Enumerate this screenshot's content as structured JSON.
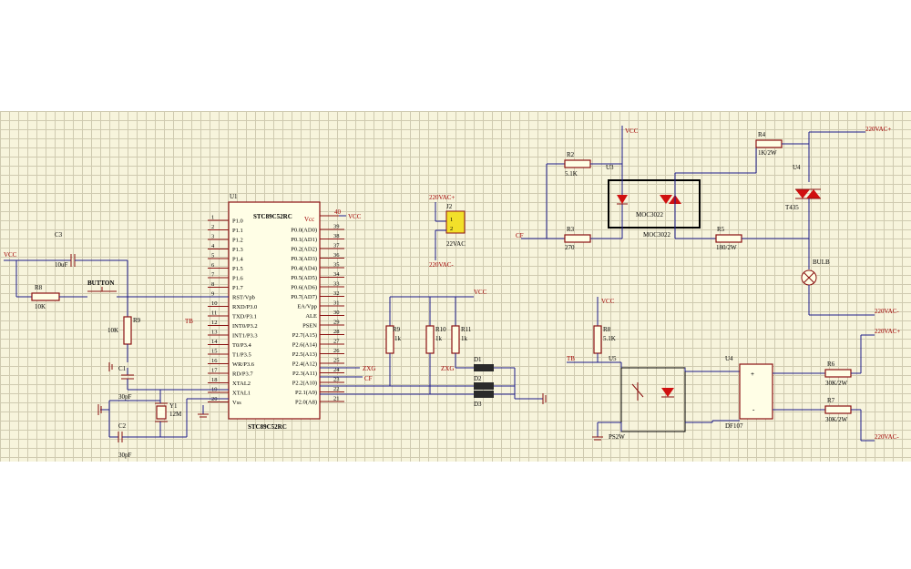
{
  "mcu": {
    "ref": "U1",
    "part": "STC89C52RC",
    "left_pins": [
      {
        "num": "1",
        "name": "P1.0"
      },
      {
        "num": "2",
        "name": "P1.1"
      },
      {
        "num": "3",
        "name": "P1.2"
      },
      {
        "num": "4",
        "name": "P1.3"
      },
      {
        "num": "5",
        "name": "P1.4"
      },
      {
        "num": "6",
        "name": "P1.5"
      },
      {
        "num": "7",
        "name": "P1.6"
      },
      {
        "num": "8",
        "name": "P1.7"
      },
      {
        "num": "9",
        "name": "RST/Vpb"
      },
      {
        "num": "10",
        "name": "RXD/P3.0"
      },
      {
        "num": "11",
        "name": "TXD/P3.1"
      },
      {
        "num": "12",
        "name": "INT0/P3.2"
      },
      {
        "num": "13",
        "name": "INT1/P3.3"
      },
      {
        "num": "14",
        "name": "T0/P3.4"
      },
      {
        "num": "15",
        "name": "T1/P3.5"
      },
      {
        "num": "16",
        "name": "WR/P3.6"
      },
      {
        "num": "17",
        "name": "RD/P3.7"
      },
      {
        "num": "18",
        "name": "XTAL2"
      },
      {
        "num": "19",
        "name": "XTAL1"
      },
      {
        "num": "20",
        "name": "Vss"
      }
    ],
    "right_pins": [
      {
        "num": "39",
        "name": "P0.0(AD0)"
      },
      {
        "num": "38",
        "name": "P0.1(AD1)"
      },
      {
        "num": "37",
        "name": "P0.2(AD2)"
      },
      {
        "num": "36",
        "name": "P0.3(AD3)"
      },
      {
        "num": "35",
        "name": "P0.4(AD4)"
      },
      {
        "num": "34",
        "name": "P0.5(AD5)"
      },
      {
        "num": "33",
        "name": "P0.6(AD6)"
      },
      {
        "num": "32",
        "name": "P0.7(AD7)"
      },
      {
        "num": "31",
        "name": "EA/Vpp"
      },
      {
        "num": "30",
        "name": "ALE"
      },
      {
        "num": "29",
        "name": "PSEN"
      },
      {
        "num": "28",
        "name": "P2.7(A15)"
      },
      {
        "num": "27",
        "name": "P2.6(A14)"
      },
      {
        "num": "26",
        "name": "P2.5(A13)"
      },
      {
        "num": "25",
        "name": "P2.4(A12)"
      },
      {
        "num": "24",
        "name": "P2.3(A11)"
      },
      {
        "num": "23",
        "name": "P2.2(A10)"
      },
      {
        "num": "22",
        "name": "P2.1(A9)"
      },
      {
        "num": "21",
        "name": "P2.0(A8)"
      }
    ],
    "vcc_pin_num": "40",
    "vcc_pin_name": "Vcc"
  },
  "labels": {
    "vcc": "VCC",
    "c3_ref": "C3",
    "c3_val": "10uF",
    "r8_ref": "R8",
    "r8_val": "10K",
    "button": "BUTTON",
    "r9_ref": "R9",
    "r9_val": "10K",
    "c1_ref": "C1",
    "c1_val": "30pF",
    "c2_ref": "C2",
    "c2_val": "30pF",
    "y1_ref": "Y1",
    "y1_val": "12M",
    "tb": "TB",
    "zxg": "ZXG",
    "cf": "CF",
    "r9b_ref": "R9",
    "r9b_val": "1k",
    "r10_ref": "R10",
    "r10_val": "1k",
    "r11_ref": "R11",
    "r11_val": "1k",
    "d1": "D1",
    "d2": "D2",
    "d3": "D3",
    "j2_ref": "J2",
    "j2_pin1": "1",
    "j2_pin2": "2",
    "j2_val": "22VAC",
    "ac_plus": "220VAC+",
    "ac_minus": "220VAC-",
    "r2_ref": "R2",
    "r2_val": "5.1K",
    "r3_ref": "R3",
    "r3_val": "270",
    "u3": "U3",
    "moc": "MOC3022",
    "r4_ref": "R4",
    "r4_val": "1K/2W",
    "r5_ref": "R5",
    "r5_val": "180/2W",
    "u4_triac": "U4",
    "triac_val": "T435",
    "bulb": "BULB",
    "r8b_ref": "R8",
    "r8b_val": "5.1K",
    "u5": "U5",
    "pc": "PS2W",
    "u4_bridge": "U4",
    "bridge_val": "DF107",
    "r6_ref": "R6",
    "r6_val": "30K/2W",
    "r7_ref": "R7",
    "r7_val": "30K/2W"
  }
}
